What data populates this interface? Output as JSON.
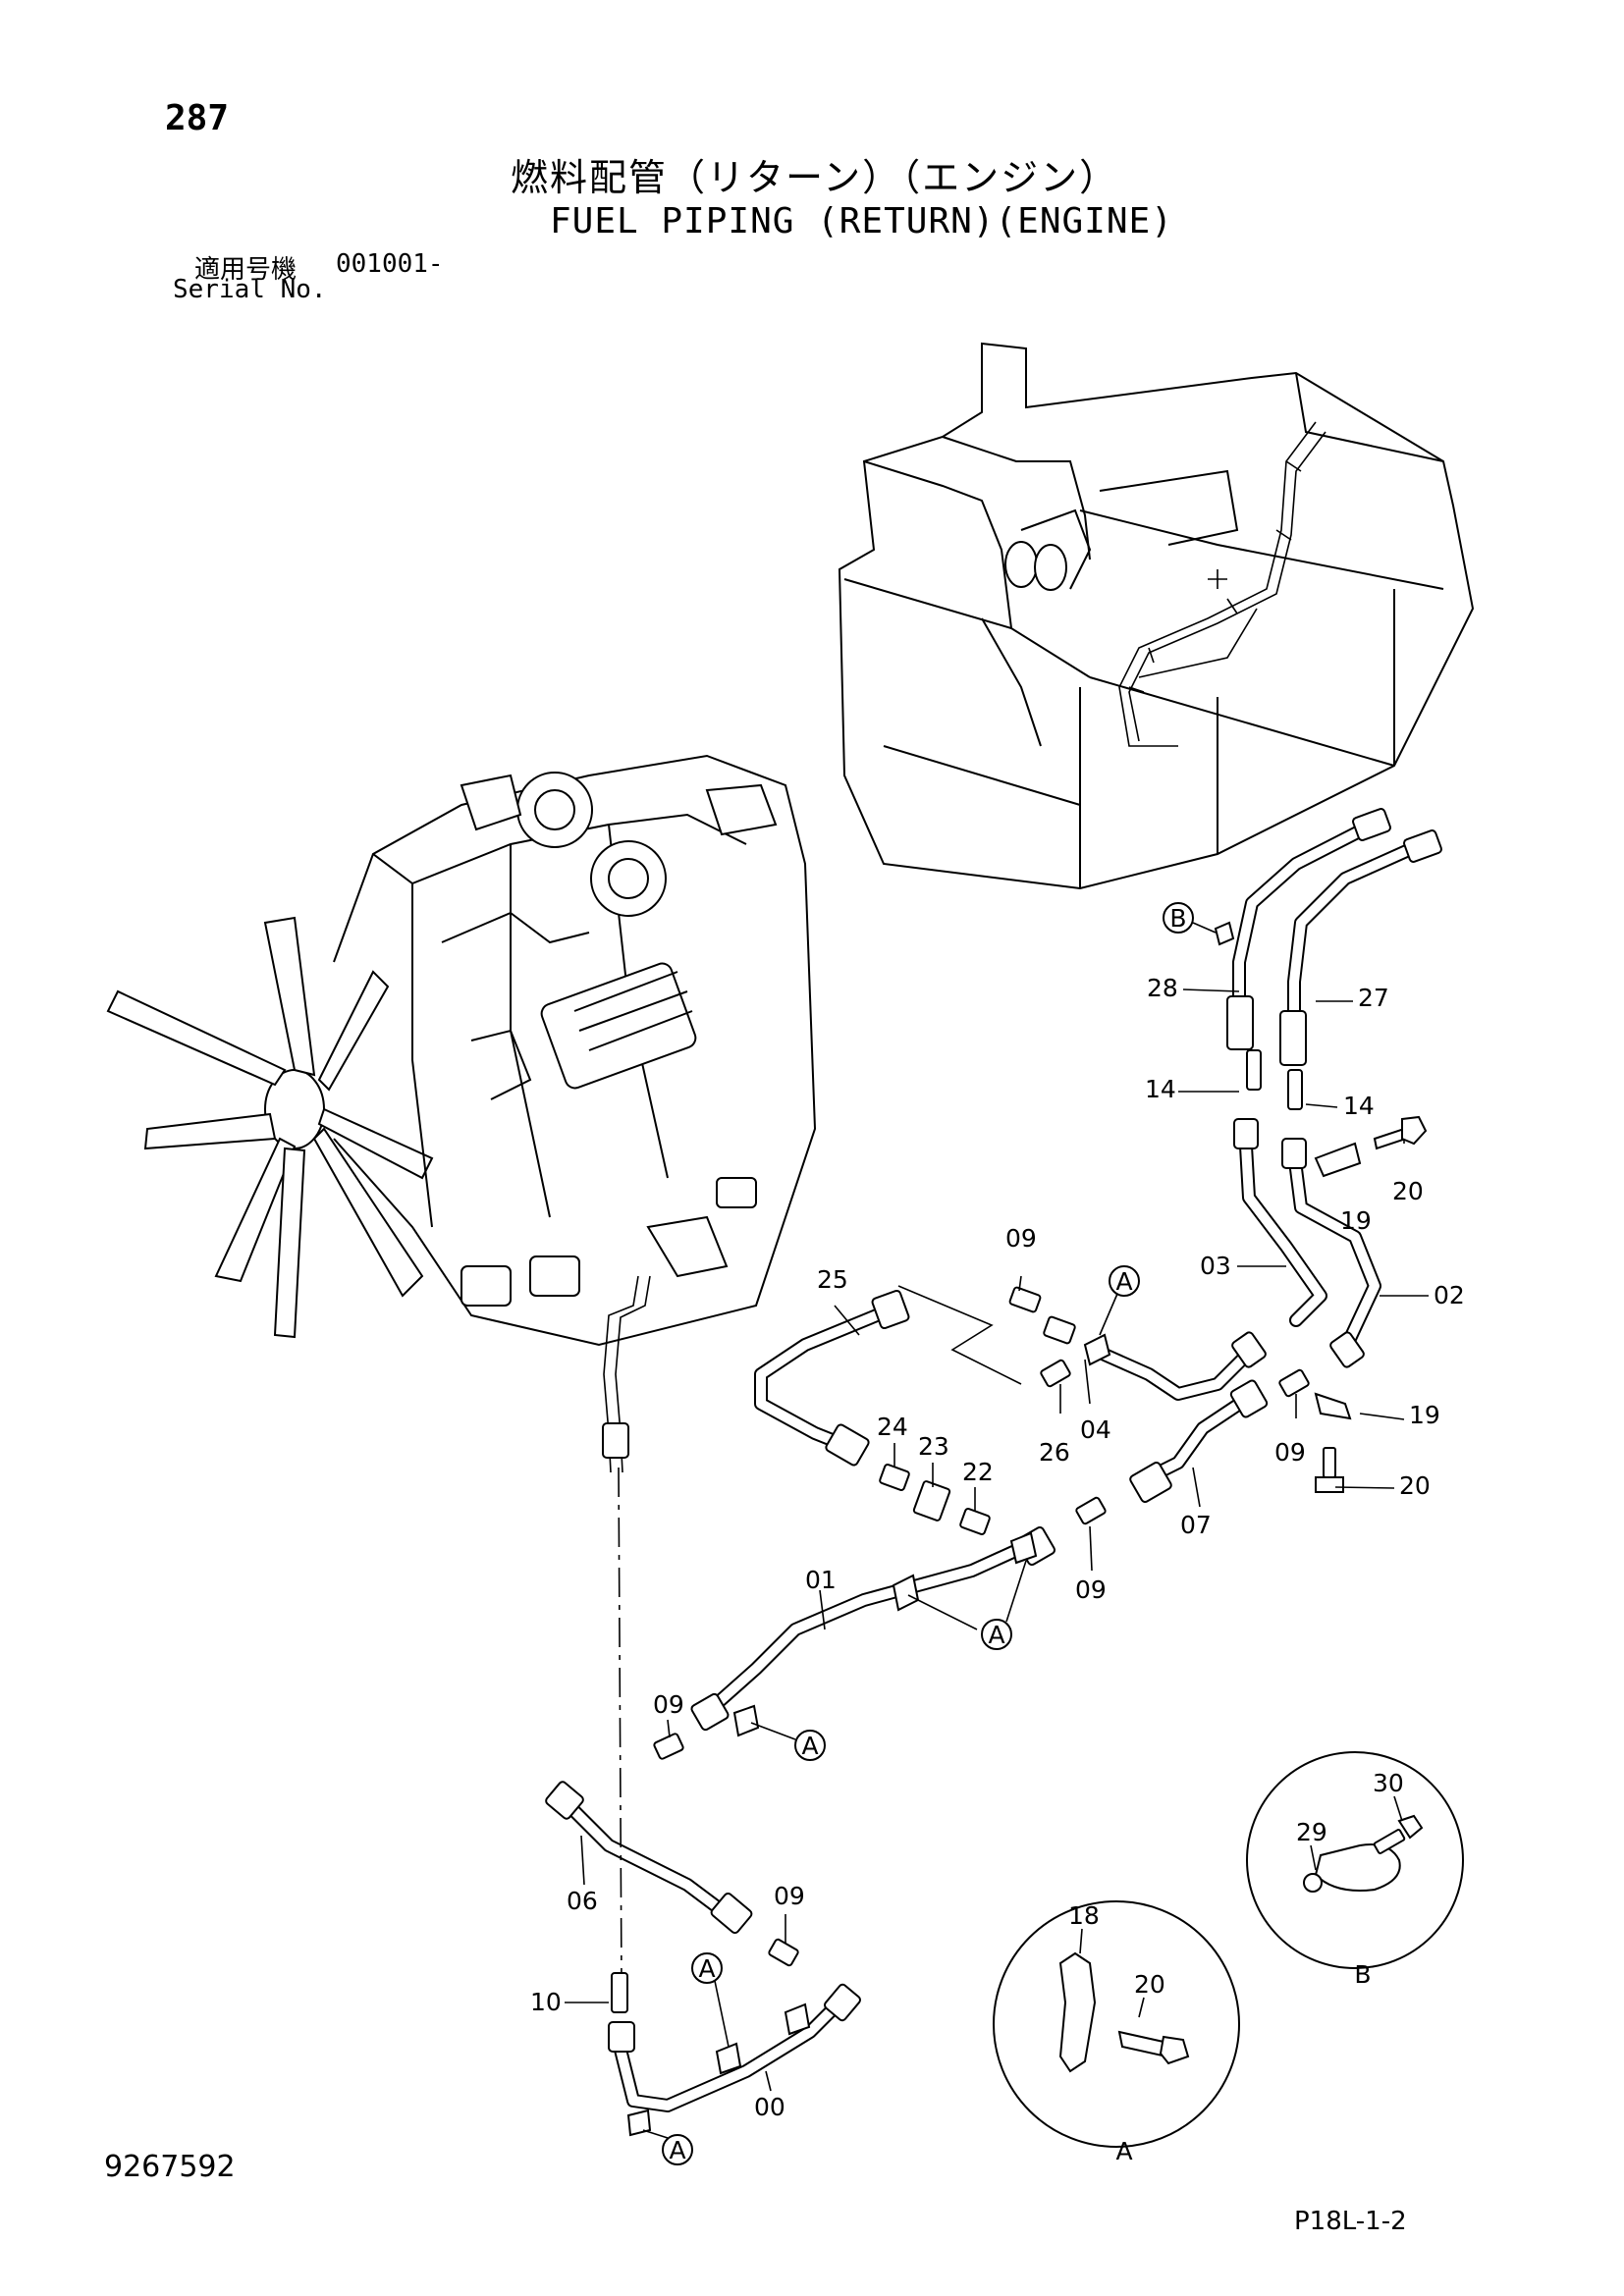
{
  "header": {
    "page_number": "287",
    "title_jp": "燃料配管（リターン）（エンジン）",
    "title_en": "FUEL PIPING (RETURN)(ENGINE)",
    "serial_label_jp": "適用号機",
    "serial_value": "001001-",
    "serial_label_en": "Serial No."
  },
  "footer": {
    "document_number": "9267592",
    "figure_code": "P18L-1-2"
  },
  "part_labels": {
    "p00": "00",
    "p01": "01",
    "p02": "02",
    "p03": "03",
    "p04": "04",
    "p06": "06",
    "p07": "07",
    "p09": "09",
    "p10": "10",
    "p14": "14",
    "p18": "18",
    "p19": "19",
    "p20": "20",
    "p22": "22",
    "p23": "23",
    "p24": "24",
    "p25": "25",
    "p26": "26",
    "p27": "27",
    "p28": "28",
    "p29": "29",
    "p30": "30"
  },
  "callouts": {
    "a": "A",
    "b": "B"
  },
  "detail_views": {
    "a_label": "A",
    "b_label": "B"
  }
}
